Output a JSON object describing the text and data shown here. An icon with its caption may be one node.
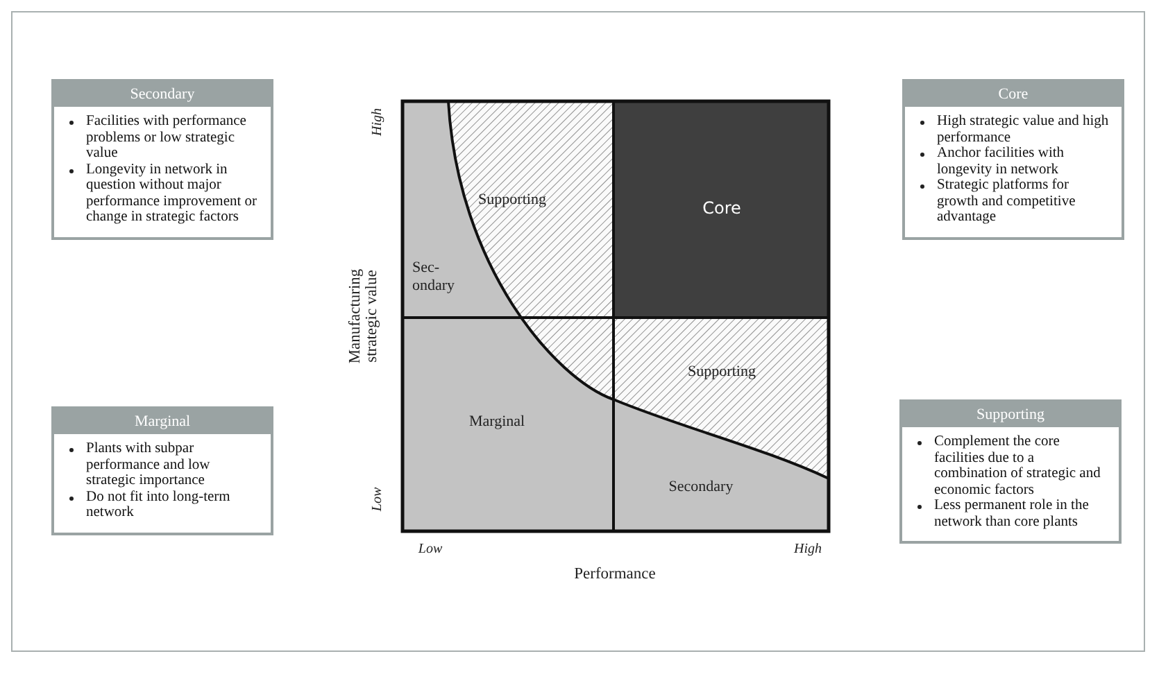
{
  "diagram": {
    "nodes": [
      {
        "text": [
          "Secondary",
          "Facilities with performance problems or low strategic value",
          "Longevity in network in question without major performance improvement or change in strategic factors"
        ]
      },
      {
        "text": [
          "Marginal",
          "Plants with subpar performance and low strategic importance",
          "Do not fit into long-term network"
        ]
      },
      {
        "text": [
          "Core",
          "High strategic value and high performance",
          "Anchor facilities with longevity in network",
          "Strategic platforms for growth and competitive advantage"
        ]
      },
      {
        "text": [
          "Supporting",
          "Complement the core facilities due to a combination of strategic and economic factors",
          "Less permanent role in the network than core plants"
        ]
      }
    ],
    "labels": [
      "Manufacturing strategic value",
      "High",
      "Supporting",
      "Core",
      "Sec- ondary",
      "Supporting",
      "Marginal",
      "Low",
      "Secondary",
      "Low",
      "High",
      "Performance"
    ]
  }
}
